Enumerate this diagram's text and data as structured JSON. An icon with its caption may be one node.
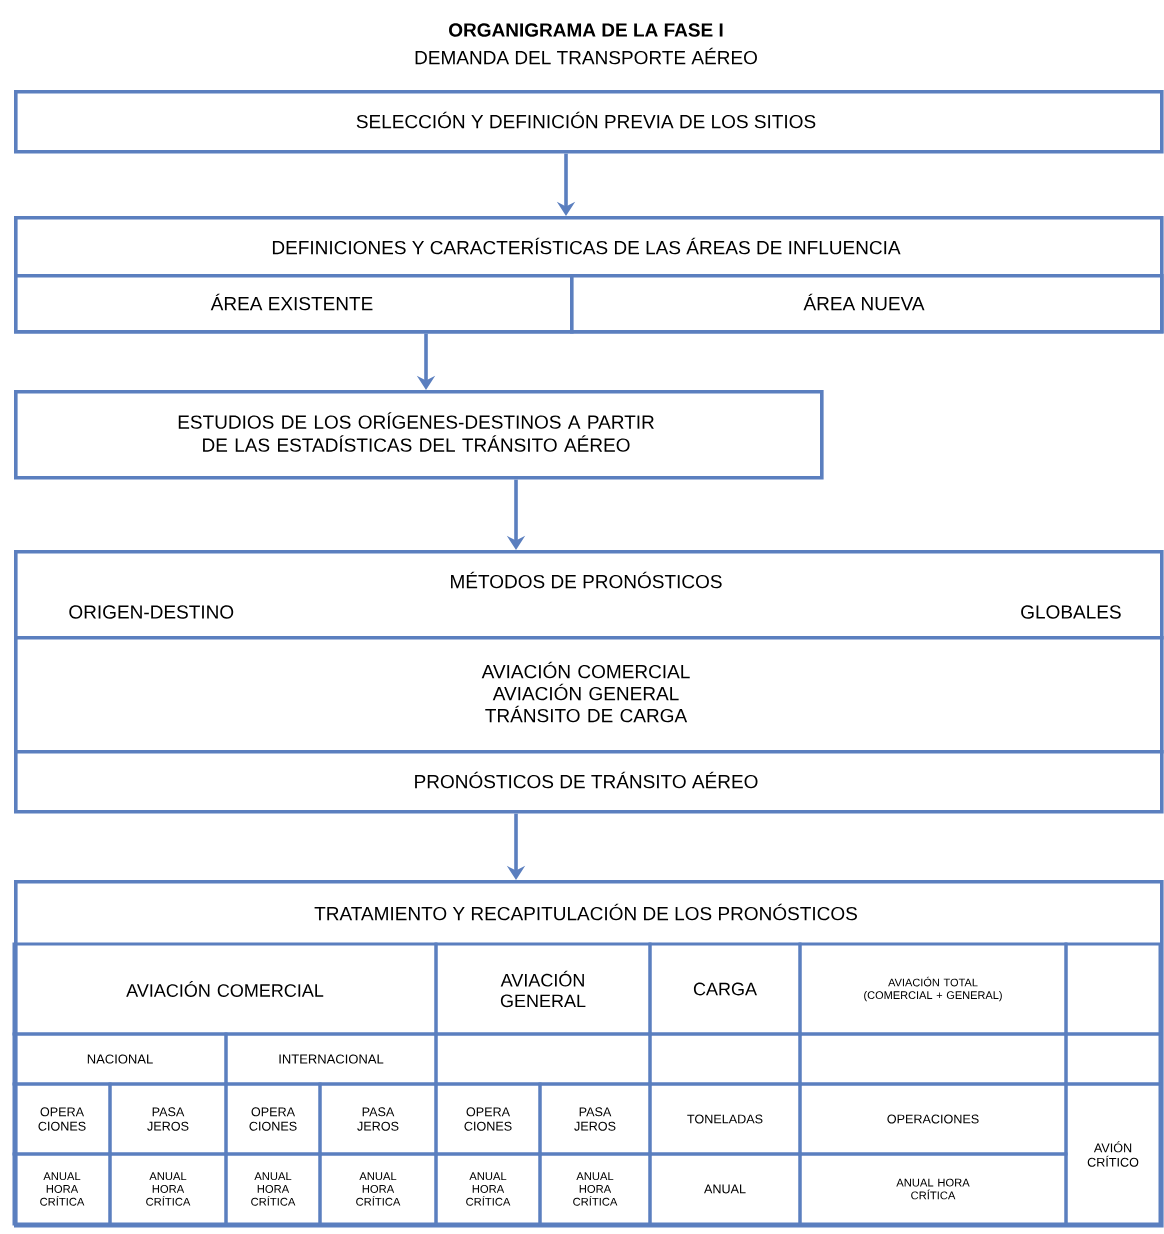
{
  "diagram": {
    "title": "ORGANIGRAMA DE LA FASE I",
    "nodes": [
      {
        "text": [
          "SELECCIÓN Y DEFINICIÓN PREVIA DE LOS SITIOS"
        ]
      },
      {
        "text": [
          "DEFINICIONES Y CARACTERÍSTICAS DE LAS ÁREAS DE INFLUENCIA"
        ]
      },
      {
        "text": [
          "ÁREA EXISTENTE"
        ],
        "in": 1
      },
      {
        "text": [
          "ÁREA NUEVA"
        ],
        "in": 1
      },
      {
        "text": [
          "ESTUDIOS DE LOS ORÍGENES-DESTINOS A PARTIR DE LAS ESTADÍSTICAS DEL TRÁNSITO AÉREO"
        ]
      },
      {
        "text": [
          "MÉTODOS DE PRONÓSTICOS",
          "ORIGEN-DESTINO",
          "GLOBALES"
        ]
      },
      {
        "text": [
          "AVIACIÓN COMERCIAL AVIACIÓN GENERAL TRÁNSITO DE CARGA"
        ]
      },
      {
        "text": [
          "PRONÓSTICOS DE TRÁNSITO AÉREO"
        ]
      },
      {
        "text": [
          "TRATAMIENTO Y RECAPITULACIÓN DE LOS PRONÓSTICOS"
        ]
      }
    ],
    "edges": [
      {
        "from": 0,
        "to": 1,
        "arrow": "to"
      },
      {
        "from": 2,
        "to": 4,
        "arrow": "to"
      },
      {
        "from": 4,
        "to": 5,
        "arrow": "to"
      },
      {
        "from": 7,
        "to": 8,
        "arrow": "to"
      }
    ],
    "labels": [
      "DEMANDA DEL TRANSPORTE AÉREO",
      "AVIACIÓN COMERCIAL",
      "AVIACIÓN GENERAL",
      "CARGA",
      "AVIACIÓN TOTAL (COMERCIAL + GENERAL)",
      "NACIONAL",
      "INTERNACIONAL",
      "OPERA CIONES",
      "PASA JEROS",
      "OPERA CIONES",
      "PASA JEROS",
      "OPERA CIONES",
      "PASA JEROS",
      "TONELADAS",
      "OPERACIONES",
      "AVIÓN CRÍTICO",
      "ANUAL HORA CRÍTICA",
      "ANUAL HORA CRÍTICA",
      "ANUAL HORA CRÍTICA",
      "ANUAL HORA CRÍTICA",
      "ANUAL HORA CRÍTICA",
      "ANUAL HORA CRÍTICA",
      "ANUAL",
      "ANUAL HORA CRÍTICA"
    ]
  }
}
